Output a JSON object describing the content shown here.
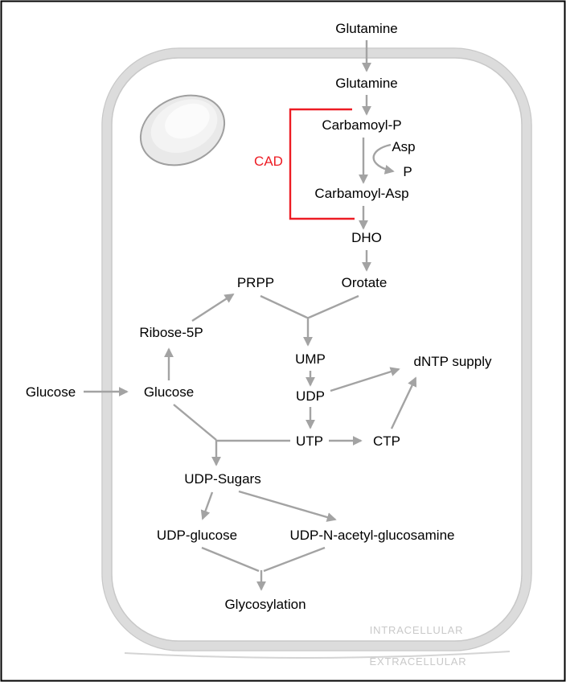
{
  "figure": {
    "regions": {
      "intracellular_label": "INTRACELLULAR",
      "extracellular_label": "EXTRACELLULAR"
    },
    "enzymes": {
      "cad_label": "CAD"
    },
    "labels": {
      "glutamine_extracellular": "Glutamine",
      "glutamine_intracellular": "Glutamine",
      "carbamoyl_p": "Carbamoyl-P",
      "asp": "Asp",
      "p": "P",
      "carbamoyl_asp": "Carbamoyl-Asp",
      "dho": "DHO",
      "orotate": "Orotate",
      "prpp": "PRPP",
      "ribose_5p": "Ribose-5P",
      "glucose_extracellular": "Glucose",
      "glucose_intracellular": "Glucose",
      "ump": "UMP",
      "udp": "UDP",
      "utp": "UTP",
      "ctp": "CTP",
      "dntp_supply": "dNTP supply",
      "udp_sugars": "UDP-Sugars",
      "udp_glucose": "UDP-glucose",
      "udp_n_acetyl_glucosamine": "UDP-N-acetyl-glucosamine",
      "glycosylation": "Glycosylation"
    },
    "colors": {
      "arrow": "#a3a3a3",
      "cad_bracket": "#ed1c24",
      "membrane": "#dcdcdc",
      "membrane_edge": "#c8c8c8",
      "region_label": "#c9c9c9",
      "text": "#000000",
      "frame": "#000000"
    },
    "edges": [
      {
        "from": "Glutamine (extracellular)",
        "to": "Glutamine (intracellular)"
      },
      {
        "from": "Glutamine",
        "to": "Carbamoyl-P"
      },
      {
        "from": "Carbamoyl-P",
        "to": "Carbamoyl-Asp",
        "cofactor_in": "Asp",
        "cofactor_out": "P"
      },
      {
        "from": "Carbamoyl-Asp",
        "to": "DHO"
      },
      {
        "from": "DHO",
        "to": "Orotate"
      },
      {
        "from": "Orotate",
        "to": "UMP"
      },
      {
        "from": "PRPP",
        "to": "UMP"
      },
      {
        "from": "UMP",
        "to": "UDP"
      },
      {
        "from": "UDP",
        "to": "UTP"
      },
      {
        "from": "UTP",
        "to": "CTP"
      },
      {
        "from": "UDP",
        "to": "dNTP supply"
      },
      {
        "from": "CTP",
        "to": "dNTP supply"
      },
      {
        "from": "Glucose (extracellular)",
        "to": "Glucose (intracellular)"
      },
      {
        "from": "Glucose",
        "to": "Ribose-5P"
      },
      {
        "from": "Ribose-5P",
        "to": "PRPP"
      },
      {
        "from": "Glucose",
        "to": "UDP-Sugars"
      },
      {
        "from": "UTP",
        "to": "UDP-Sugars"
      },
      {
        "from": "UDP-Sugars",
        "to": "UDP-glucose"
      },
      {
        "from": "UDP-Sugars",
        "to": "UDP-N-acetyl-glucosamine"
      },
      {
        "from": "UDP-glucose",
        "to": "Glycosylation"
      },
      {
        "from": "UDP-N-acetyl-glucosamine",
        "to": "Glycosylation"
      },
      {
        "enzyme": "CAD",
        "spans": "Glutamine to Carbamoyl-P and Carbamoyl-P to Carbamoyl-Asp steps"
      }
    ]
  }
}
